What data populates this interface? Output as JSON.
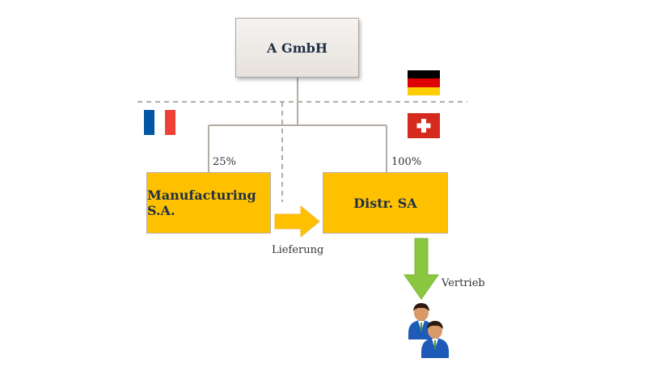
{
  "entities": {
    "parent": "A GmbH",
    "manufacturing": "Manufacturing S.A.",
    "distribution": "Distr. SA"
  },
  "ownership": {
    "manufacturing_pct": "25%",
    "distribution_pct": "100%"
  },
  "flows": {
    "delivery": "Lieferung",
    "sales": "Vertrieb"
  },
  "flags": {
    "germany": [
      "#000000",
      "#dd0000",
      "#ffce00"
    ],
    "france": [
      "#0055a4",
      "#ffffff",
      "#ef4135"
    ],
    "switzerland": [
      "#d52b1e",
      "#ffffff"
    ]
  },
  "colors": {
    "entity_fill": "#ffc000",
    "parent_fill": "#ece8e4",
    "delivery_arrow": "#ffc000",
    "sales_arrow": "#8ac63f",
    "connector": "#b3aca5",
    "text": "#1f3045"
  },
  "icons": {
    "customers": "customers-icon"
  }
}
